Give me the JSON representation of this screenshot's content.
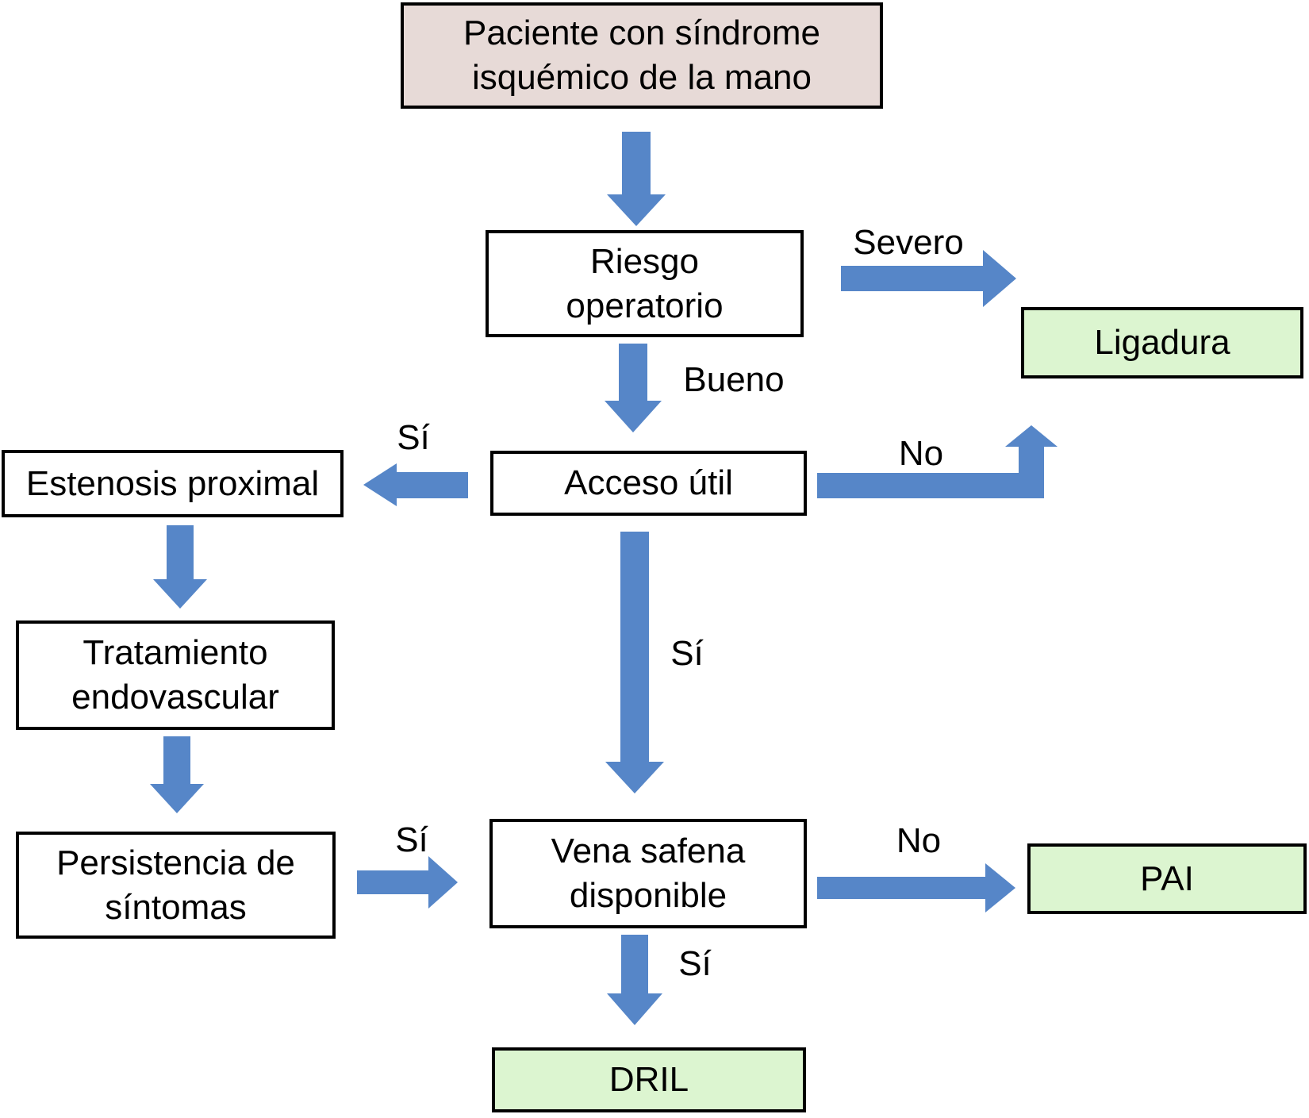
{
  "colors": {
    "background": "#FFFFFF",
    "border": "#000000",
    "arrow_blue": "#5686C8",
    "start_node_fill": "#E7DAD7",
    "decision_node_fill": "#FFFFFF",
    "outcome_node_fill": "#DCF5D0"
  },
  "nodes": {
    "patient": {
      "type": "start",
      "lines": [
        "Paciente con síndrome",
        "isquémico de la mano"
      ]
    },
    "riesgo_operatorio": {
      "type": "decision",
      "lines": [
        "Riesgo",
        "operatorio"
      ]
    },
    "ligadura": {
      "type": "outcome",
      "lines": [
        "Ligadura"
      ]
    },
    "acceso_util": {
      "type": "decision",
      "lines": [
        "Acceso útil"
      ]
    },
    "estenosis_proximal": {
      "type": "decision",
      "lines": [
        "Estenosis proximal"
      ]
    },
    "tratamiento_endovascular": {
      "type": "decision",
      "lines": [
        "Tratamiento",
        "endovascular"
      ]
    },
    "persistencia_sintomas": {
      "type": "decision",
      "lines": [
        "Persistencia de",
        "síntomas"
      ]
    },
    "vena_safena_disponible": {
      "type": "decision",
      "lines": [
        "Vena safena",
        "disponible"
      ]
    },
    "pai": {
      "type": "outcome",
      "lines": [
        "PAI"
      ]
    },
    "dril": {
      "type": "outcome",
      "lines": [
        "DRIL"
      ]
    }
  },
  "edge_labels": {
    "severo": "Severo",
    "bueno": "Bueno",
    "si_estenosis": "Sí",
    "no_ligadura": "No",
    "si_vena_safena": "Sí",
    "si_persistencia": "Sí",
    "no_pai": "No",
    "si_dril": "Sí"
  }
}
